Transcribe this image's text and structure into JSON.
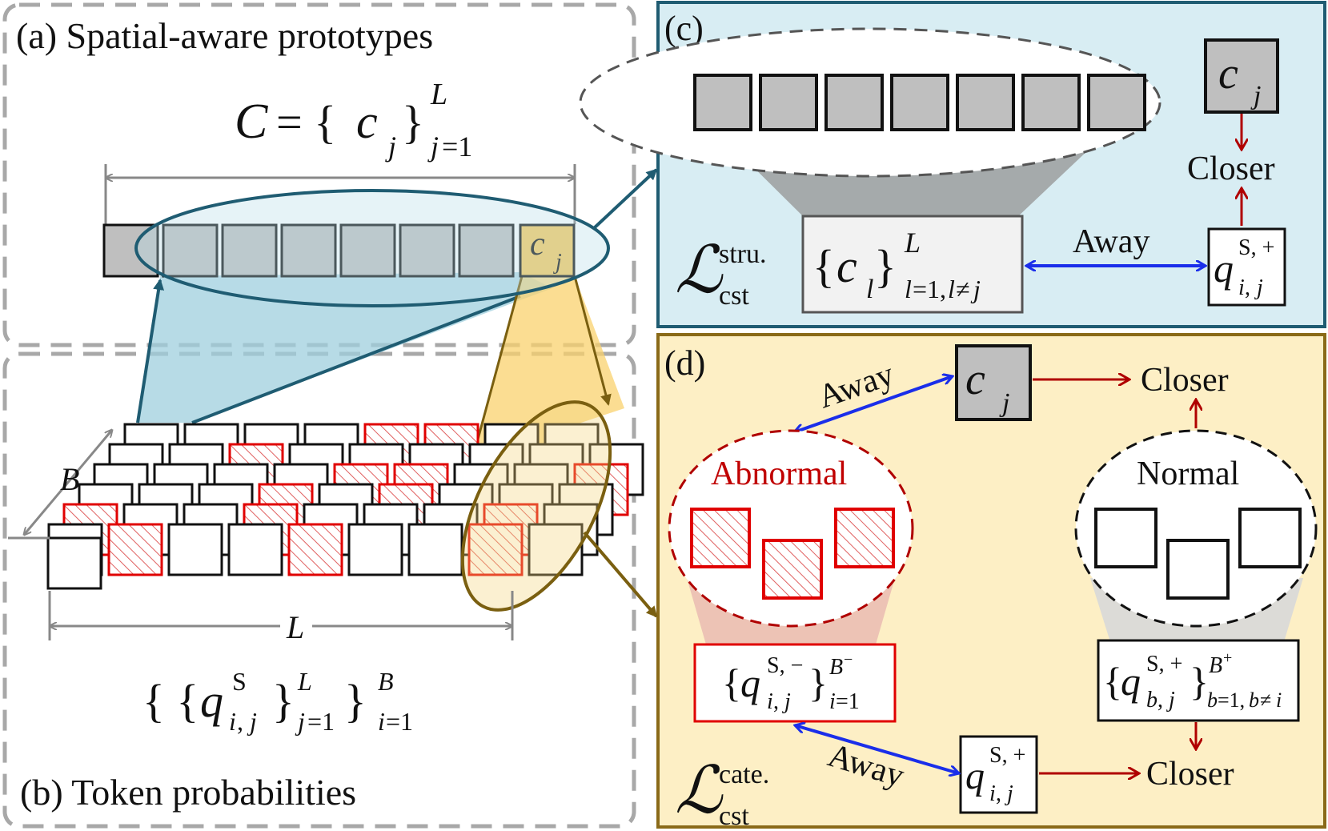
{
  "panel_a": {
    "label": "(a) Spatial-aware prototypes",
    "cj": "c",
    "cj_sub": "j"
  },
  "panel_b": {
    "label": "(b) Token probabilities",
    "dim_b": "B",
    "dim_l": "L"
  },
  "panel_c": {
    "label": "(c)",
    "cj": "c",
    "cj_sub": "j",
    "closer": "Closer",
    "away": "Away",
    "loss_sup": "stru.",
    "loss_sub": "cst"
  },
  "panel_d": {
    "label": "(d)",
    "cj": "c",
    "cj_sub": "j",
    "closer_top": "Closer",
    "closer_bottom": "Closer",
    "away_top": "Away",
    "away_bottom": "Away",
    "abnormal": "Abnormal",
    "normal": "Normal",
    "loss_sup": "cate.",
    "loss_sub": "cst"
  },
  "colors": {
    "blue_panel": "#d8edf3",
    "yellow_panel": "#fdefc5",
    "red": "#e00000",
    "dark_red": "#b00000",
    "blue_arrow": "#1a2eea",
    "teal_arrow": "#1f5c72",
    "olive_arrow": "#7a5f10"
  }
}
